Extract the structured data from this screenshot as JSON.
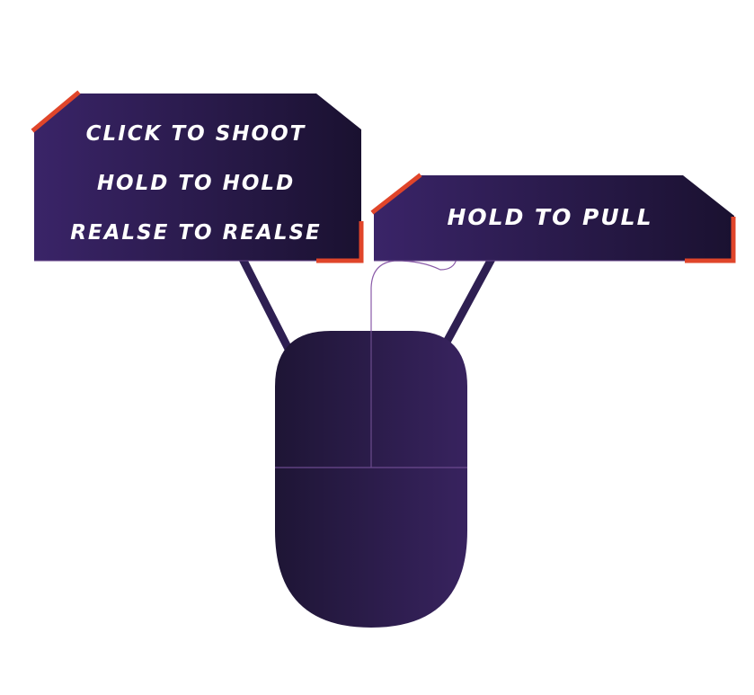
{
  "left_panel": {
    "lines": [
      "CLICK TO SHOOT",
      "HOLD TO HOLD",
      "REALSE TO REALSE"
    ]
  },
  "right_panel": {
    "lines": [
      "HOLD TO PULL"
    ]
  },
  "colors": {
    "panel_dark": "#1a1130",
    "panel_light": "#3a2468",
    "accent": "#e0452a",
    "mouse_dark": "#1e1535",
    "mouse_light": "#38235f",
    "seam": "#6b4a8e",
    "background": "#ffffff"
  },
  "icons": {
    "mouse": "computer-mouse-icon",
    "left_button": "left-mouse-button",
    "right_button": "right-mouse-button",
    "cable": "mouse-cable"
  }
}
